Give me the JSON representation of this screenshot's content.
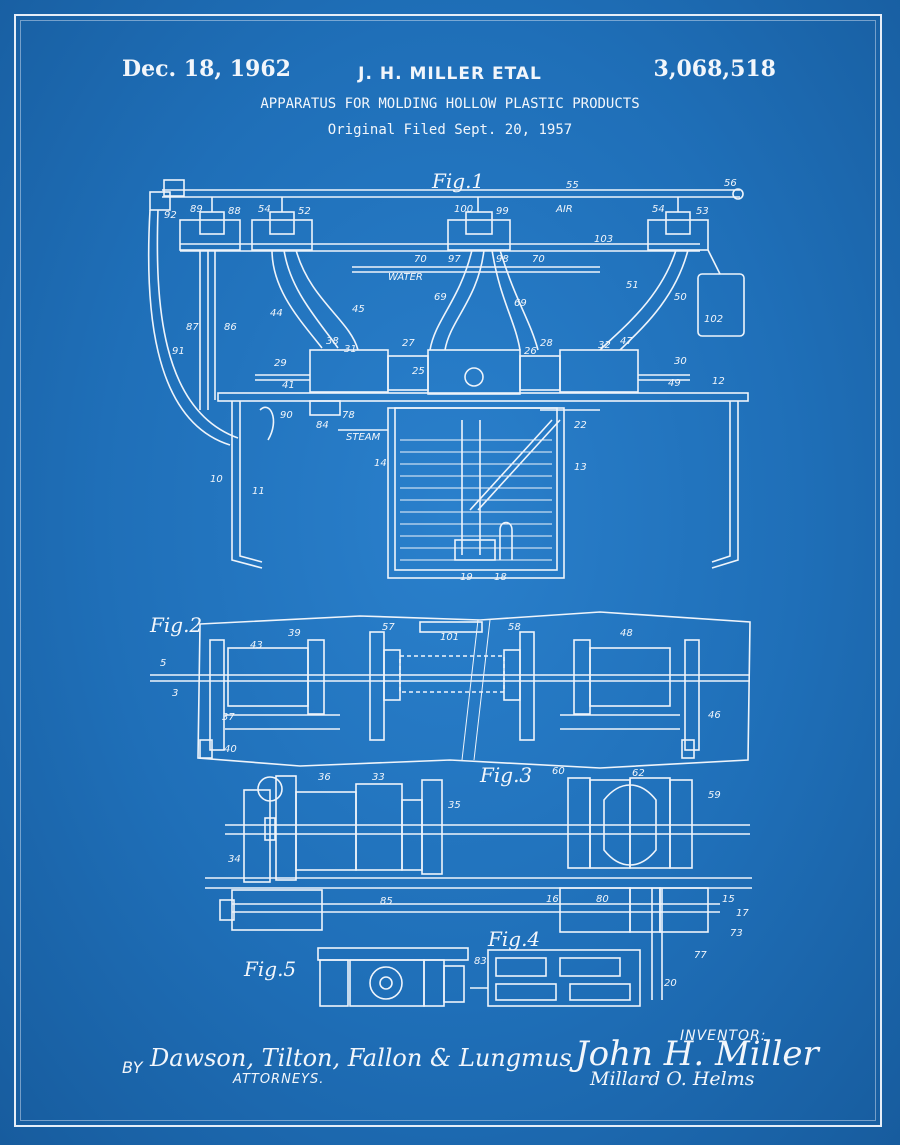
{
  "header": {
    "date": "Dec. 18, 1962",
    "inventors": "J. H. MILLER ETAL",
    "patent_number": "3,068,518",
    "title": "APPARATUS FOR MOLDING HOLLOW PLASTIC PRODUCTS",
    "filed": "Original Filed Sept. 20, 1957"
  },
  "figures": {
    "fig1": "Fig.1",
    "fig2": "Fig.2",
    "fig3": "Fig.3",
    "fig4": "Fig.4",
    "fig5": "Fig.5"
  },
  "labels": {
    "air": "AIR",
    "water": "WATER",
    "steam": "STEAM"
  },
  "ref_numerals": {
    "n55": "55",
    "n56": "56",
    "n92": "92",
    "n89": "89",
    "n88": "88",
    "n54a": "54",
    "n52": "52",
    "n100": "100",
    "n99": "99",
    "n54b": "54",
    "n53": "53",
    "n103": "103",
    "n70a": "70",
    "n97": "97",
    "n98": "98",
    "n70b": "70",
    "n51": "51",
    "n102": "102",
    "n87": "87",
    "n86": "86",
    "n44": "44",
    "n45": "45",
    "n69a": "69",
    "n69b": "69",
    "n50": "50",
    "n91": "91",
    "n29": "29",
    "n41": "41",
    "n38": "38",
    "n31": "31",
    "n27": "27",
    "n25": "25",
    "n26": "26",
    "n28": "28",
    "n32": "32",
    "n47": "47",
    "n30": "30",
    "n49": "49",
    "n12": "12",
    "n90": "90",
    "n84": "84",
    "n78": "78",
    "n22": "22",
    "n14": "14",
    "n13": "13",
    "n10": "10",
    "n11": "11",
    "n19": "19",
    "n18": "18",
    "n39": "39",
    "n43": "43",
    "n57": "57",
    "n101": "101",
    "n58": "58",
    "n48": "48",
    "n5": "5",
    "n3": "3",
    "n37": "37",
    "n40": "40",
    "n46": "46",
    "n36": "36",
    "n33": "33",
    "n35": "35",
    "n60": "60",
    "n62": "62",
    "n59": "59",
    "n34": "34",
    "n85": "85",
    "n16": "16",
    "n15": "15",
    "n17": "17",
    "n73": "73",
    "n77": "77",
    "n80": "80",
    "n20": "20",
    "n83": "83"
  },
  "attorneys": {
    "by": "BY",
    "names": "Dawson, Tilton, Fallon & Lungmus",
    "label": "ATTORNEYS."
  },
  "inventor": {
    "label": "INVENTOR:",
    "name1": "John H. Miller",
    "name2": "Millard O. Helms"
  },
  "colors": {
    "background": "#1f6fb8",
    "ink": "#f2f6fb"
  }
}
